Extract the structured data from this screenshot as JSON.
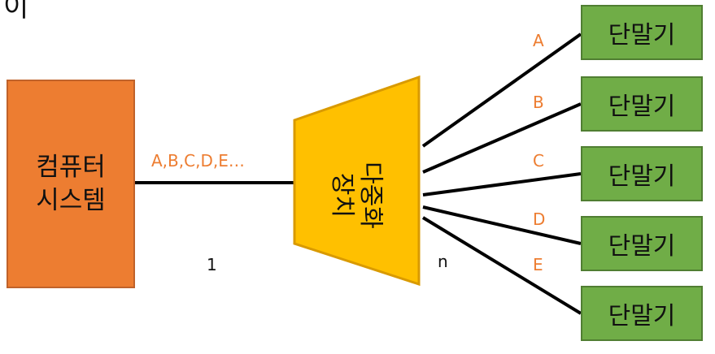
{
  "corner_text": "이",
  "computer_system": {
    "line1": "컴퓨터",
    "line2": "시스템"
  },
  "multiplexer": {
    "line1": "다중화",
    "line2": "장치"
  },
  "input_signal_label": "A,B,C,D,E…",
  "left_count": "1",
  "right_count": "n",
  "channels": [
    {
      "label": "A",
      "terminal": "단말기"
    },
    {
      "label": "B",
      "terminal": "단말기"
    },
    {
      "label": "C",
      "terminal": "단말기"
    },
    {
      "label": "D",
      "terminal": "단말기"
    },
    {
      "label": "E",
      "terminal": "단말기"
    }
  ],
  "colors": {
    "computer_fill": "#ED7D31",
    "terminal_fill": "#70AD47",
    "mux_fill": "#FFC000",
    "label_orange": "#ED7D31"
  }
}
